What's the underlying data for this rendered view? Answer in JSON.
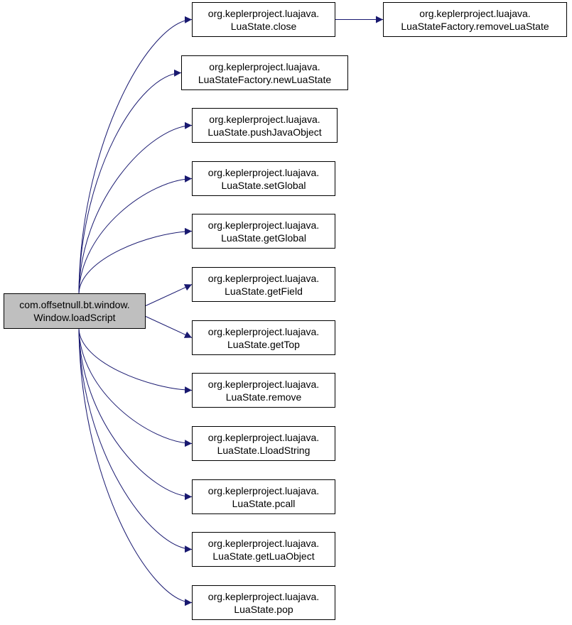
{
  "colors": {
    "edge": "#191970",
    "root_fill": "#bfbfbf",
    "node_fill": "#ffffff",
    "border": "#000000"
  },
  "root": {
    "id": "root",
    "line1": "com.offsetnull.bt.window.",
    "line2": "Window.loadScript"
  },
  "nodes": [
    {
      "id": "n_close",
      "line1": "org.keplerproject.luajava.",
      "line2": "LuaState.close"
    },
    {
      "id": "n_remove_luastate",
      "line1": "org.keplerproject.luajava.",
      "line2": "LuaStateFactory.removeLuaState"
    },
    {
      "id": "n_new_luastate",
      "line1": "org.keplerproject.luajava.",
      "line2": "LuaStateFactory.newLuaState"
    },
    {
      "id": "n_push_java_object",
      "line1": "org.keplerproject.luajava.",
      "line2": "LuaState.pushJavaObject"
    },
    {
      "id": "n_set_global",
      "line1": "org.keplerproject.luajava.",
      "line2": "LuaState.setGlobal"
    },
    {
      "id": "n_get_global",
      "line1": "org.keplerproject.luajava.",
      "line2": "LuaState.getGlobal"
    },
    {
      "id": "n_get_field",
      "line1": "org.keplerproject.luajava.",
      "line2": "LuaState.getField"
    },
    {
      "id": "n_get_top",
      "line1": "org.keplerproject.luajava.",
      "line2": "LuaState.getTop"
    },
    {
      "id": "n_remove",
      "line1": "org.keplerproject.luajava.",
      "line2": "LuaState.remove"
    },
    {
      "id": "n_lload_string",
      "line1": "org.keplerproject.luajava.",
      "line2": "LuaState.LloadString"
    },
    {
      "id": "n_pcall",
      "line1": "org.keplerproject.luajava.",
      "line2": "LuaState.pcall"
    },
    {
      "id": "n_get_lua_object",
      "line1": "org.keplerproject.luajava.",
      "line2": "LuaState.getLuaObject"
    },
    {
      "id": "n_pop",
      "line1": "org.keplerproject.luajava.",
      "line2": "LuaState.pop"
    }
  ],
  "edges": [
    {
      "from": "root",
      "to": "n_close"
    },
    {
      "from": "root",
      "to": "n_new_luastate"
    },
    {
      "from": "root",
      "to": "n_push_java_object"
    },
    {
      "from": "root",
      "to": "n_set_global"
    },
    {
      "from": "root",
      "to": "n_get_global"
    },
    {
      "from": "root",
      "to": "n_get_field"
    },
    {
      "from": "root",
      "to": "n_get_top"
    },
    {
      "from": "root",
      "to": "n_remove"
    },
    {
      "from": "root",
      "to": "n_lload_string"
    },
    {
      "from": "root",
      "to": "n_pcall"
    },
    {
      "from": "root",
      "to": "n_get_lua_object"
    },
    {
      "from": "root",
      "to": "n_pop"
    },
    {
      "from": "n_close",
      "to": "n_remove_luastate"
    }
  ]
}
